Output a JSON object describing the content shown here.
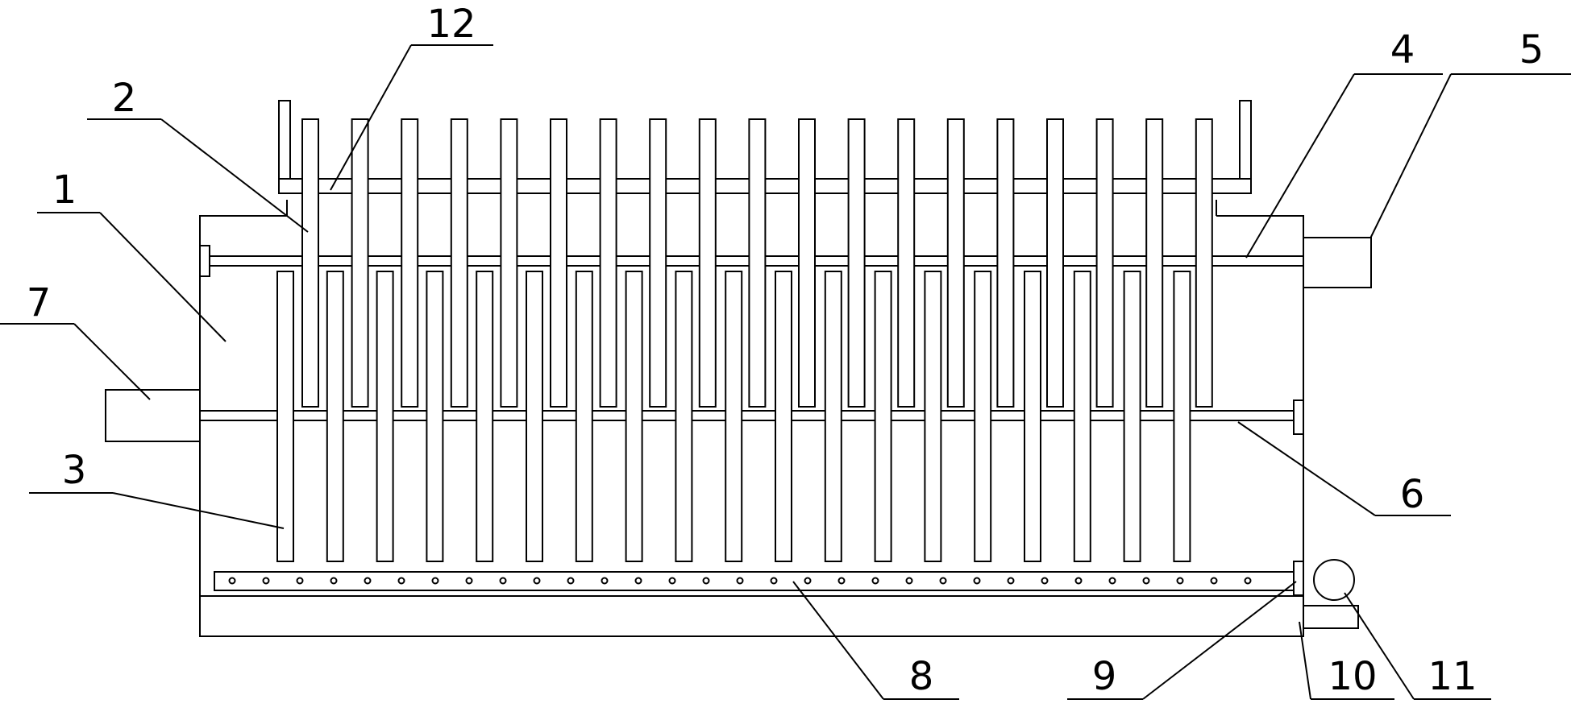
{
  "diagram": {
    "labels": [
      {
        "id": "1",
        "text": "1"
      },
      {
        "id": "2",
        "text": "2"
      },
      {
        "id": "3",
        "text": "3"
      },
      {
        "id": "4",
        "text": "4"
      },
      {
        "id": "5",
        "text": "5"
      },
      {
        "id": "6",
        "text": "6"
      },
      {
        "id": "7",
        "text": "7"
      },
      {
        "id": "8",
        "text": "8"
      },
      {
        "id": "9",
        "text": "9"
      },
      {
        "id": "10",
        "text": "10"
      },
      {
        "id": "11",
        "text": "11"
      },
      {
        "id": "12",
        "text": "12"
      }
    ],
    "colors": {
      "line": "#000000",
      "background": "#ffffff"
    }
  }
}
